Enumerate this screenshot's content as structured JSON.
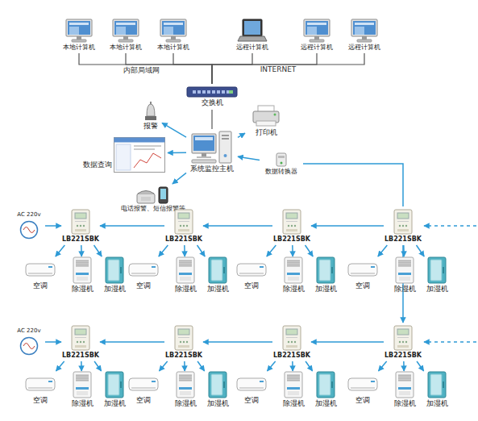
{
  "diagram": {
    "nodes": [
      {
        "text": [
          "本地计算机"
        ]
      },
      {
        "text": [
          "本地计算机"
        ]
      },
      {
        "text": [
          "本地计算机"
        ]
      },
      {
        "text": [
          "远程计算机"
        ]
      },
      {
        "text": [
          "远程计算机"
        ]
      },
      {
        "text": [
          "远程计算机"
        ]
      },
      {
        "text": [
          "交换机"
        ]
      },
      {
        "text": [
          "系统监控主机"
        ]
      },
      {
        "text": [
          "报警"
        ]
      },
      {
        "text": [
          "数据查询"
        ]
      },
      {
        "text": [
          "电话报警、短信报警等"
        ]
      },
      {
        "text": [
          "打印机"
        ]
      },
      {
        "text": [
          "数据转换器"
        ]
      },
      {
        "text": [
          "AC 220v"
        ]
      },
      {
        "text": [
          "LB221SBK"
        ]
      },
      {
        "text": [
          "空调"
        ]
      },
      {
        "text": [
          "除湿机"
        ]
      },
      {
        "text": [
          "加湿机"
        ]
      },
      {
        "text": [
          "LB221SBK"
        ]
      },
      {
        "text": [
          "空调"
        ]
      },
      {
        "text": [
          "除湿机"
        ]
      },
      {
        "text": [
          "加湿机"
        ]
      },
      {
        "text": [
          "LB221SBK"
        ]
      },
      {
        "text": [
          "空调"
        ]
      },
      {
        "text": [
          "除湿机"
        ]
      },
      {
        "text": [
          "加湿机"
        ]
      },
      {
        "text": [
          "LB221SBK"
        ]
      },
      {
        "text": [
          "空调"
        ]
      },
      {
        "text": [
          "除湿机"
        ]
      },
      {
        "text": [
          "加湿机"
        ]
      },
      {
        "text": [
          "AC 220v"
        ]
      },
      {
        "text": [
          "LB221SBK"
        ]
      },
      {
        "text": [
          "空调"
        ]
      },
      {
        "text": [
          "除湿机"
        ]
      },
      {
        "text": [
          "加湿机"
        ]
      },
      {
        "text": [
          "LB221SBK"
        ]
      },
      {
        "text": [
          "空调"
        ]
      },
      {
        "text": [
          "除湿机"
        ]
      },
      {
        "text": [
          "加湿机"
        ]
      },
      {
        "text": [
          "LB221SBK"
        ]
      },
      {
        "text": [
          "空调"
        ]
      },
      {
        "text": [
          "除湿机"
        ]
      },
      {
        "text": [
          "加湿机"
        ]
      },
      {
        "text": [
          "LB221SBK"
        ]
      },
      {
        "text": [
          "空调"
        ]
      },
      {
        "text": [
          "除湿机"
        ]
      },
      {
        "text": [
          "加湿机"
        ]
      }
    ],
    "edges": [
      {
        "from": 0,
        "to": 6,
        "arrow": "none"
      },
      {
        "from": 1,
        "to": 6,
        "arrow": "none"
      },
      {
        "from": 2,
        "to": 6,
        "arrow": "none"
      },
      {
        "from": 3,
        "to": 6,
        "arrow": "none"
      },
      {
        "from": 4,
        "to": 6,
        "arrow": "none"
      },
      {
        "from": 5,
        "to": 6,
        "arrow": "none"
      },
      {
        "from": 6,
        "to": 7,
        "arrow": "none"
      },
      {
        "from": 7,
        "to": 8,
        "arrow": "to"
      },
      {
        "from": 7,
        "to": 9,
        "arrow": "to"
      },
      {
        "from": 7,
        "to": 10,
        "arrow": "to"
      },
      {
        "from": 7,
        "to": 11,
        "arrow": "to"
      },
      {
        "from": 12,
        "to": 7,
        "arrow": "to"
      },
      {
        "from": 12,
        "to": 26,
        "arrow": "none"
      },
      {
        "from": 26,
        "to": 22,
        "arrow": "to"
      },
      {
        "from": 22,
        "to": 18,
        "arrow": "to"
      },
      {
        "from": 18,
        "to": 14,
        "arrow": "to"
      },
      {
        "from": 13,
        "to": 14,
        "arrow": "to"
      },
      {
        "from": 26,
        "to": 43,
        "arrow": "to"
      },
      {
        "from": 43,
        "to": 39,
        "arrow": "to"
      },
      {
        "from": 39,
        "to": 35,
        "arrow": "to"
      },
      {
        "from": 35,
        "to": 31,
        "arrow": "to"
      },
      {
        "from": 30,
        "to": 31,
        "arrow": "to"
      },
      {
        "from": 14,
        "to": 15,
        "arrow": "to"
      },
      {
        "from": 14,
        "to": 16,
        "arrow": "to"
      },
      {
        "from": 14,
        "to": 17,
        "arrow": "to"
      },
      {
        "from": 18,
        "to": 19,
        "arrow": "to"
      },
      {
        "from": 18,
        "to": 20,
        "arrow": "to"
      },
      {
        "from": 18,
        "to": 21,
        "arrow": "to"
      },
      {
        "from": 22,
        "to": 23,
        "arrow": "to"
      },
      {
        "from": 22,
        "to": 24,
        "arrow": "to"
      },
      {
        "from": 22,
        "to": 25,
        "arrow": "to"
      },
      {
        "from": 26,
        "to": 27,
        "arrow": "to"
      },
      {
        "from": 26,
        "to": 28,
        "arrow": "to"
      },
      {
        "from": 26,
        "to": 29,
        "arrow": "to"
      },
      {
        "from": 31,
        "to": 32,
        "arrow": "to"
      },
      {
        "from": 31,
        "to": 33,
        "arrow": "to"
      },
      {
        "from": 31,
        "to": 34,
        "arrow": "to"
      },
      {
        "from": 35,
        "to": 36,
        "arrow": "to"
      },
      {
        "from": 35,
        "to": 37,
        "arrow": "to"
      },
      {
        "from": 35,
        "to": 38,
        "arrow": "to"
      },
      {
        "from": 39,
        "to": 40,
        "arrow": "to"
      },
      {
        "from": 39,
        "to": 41,
        "arrow": "to"
      },
      {
        "from": 39,
        "to": 42,
        "arrow": "to"
      },
      {
        "from": 43,
        "to": 44,
        "arrow": "to"
      },
      {
        "from": 43,
        "to": 45,
        "arrow": "to"
      },
      {
        "from": 43,
        "to": 46,
        "arrow": "to"
      }
    ],
    "labels": [
      "内部局域网",
      "INTERNET"
    ]
  }
}
